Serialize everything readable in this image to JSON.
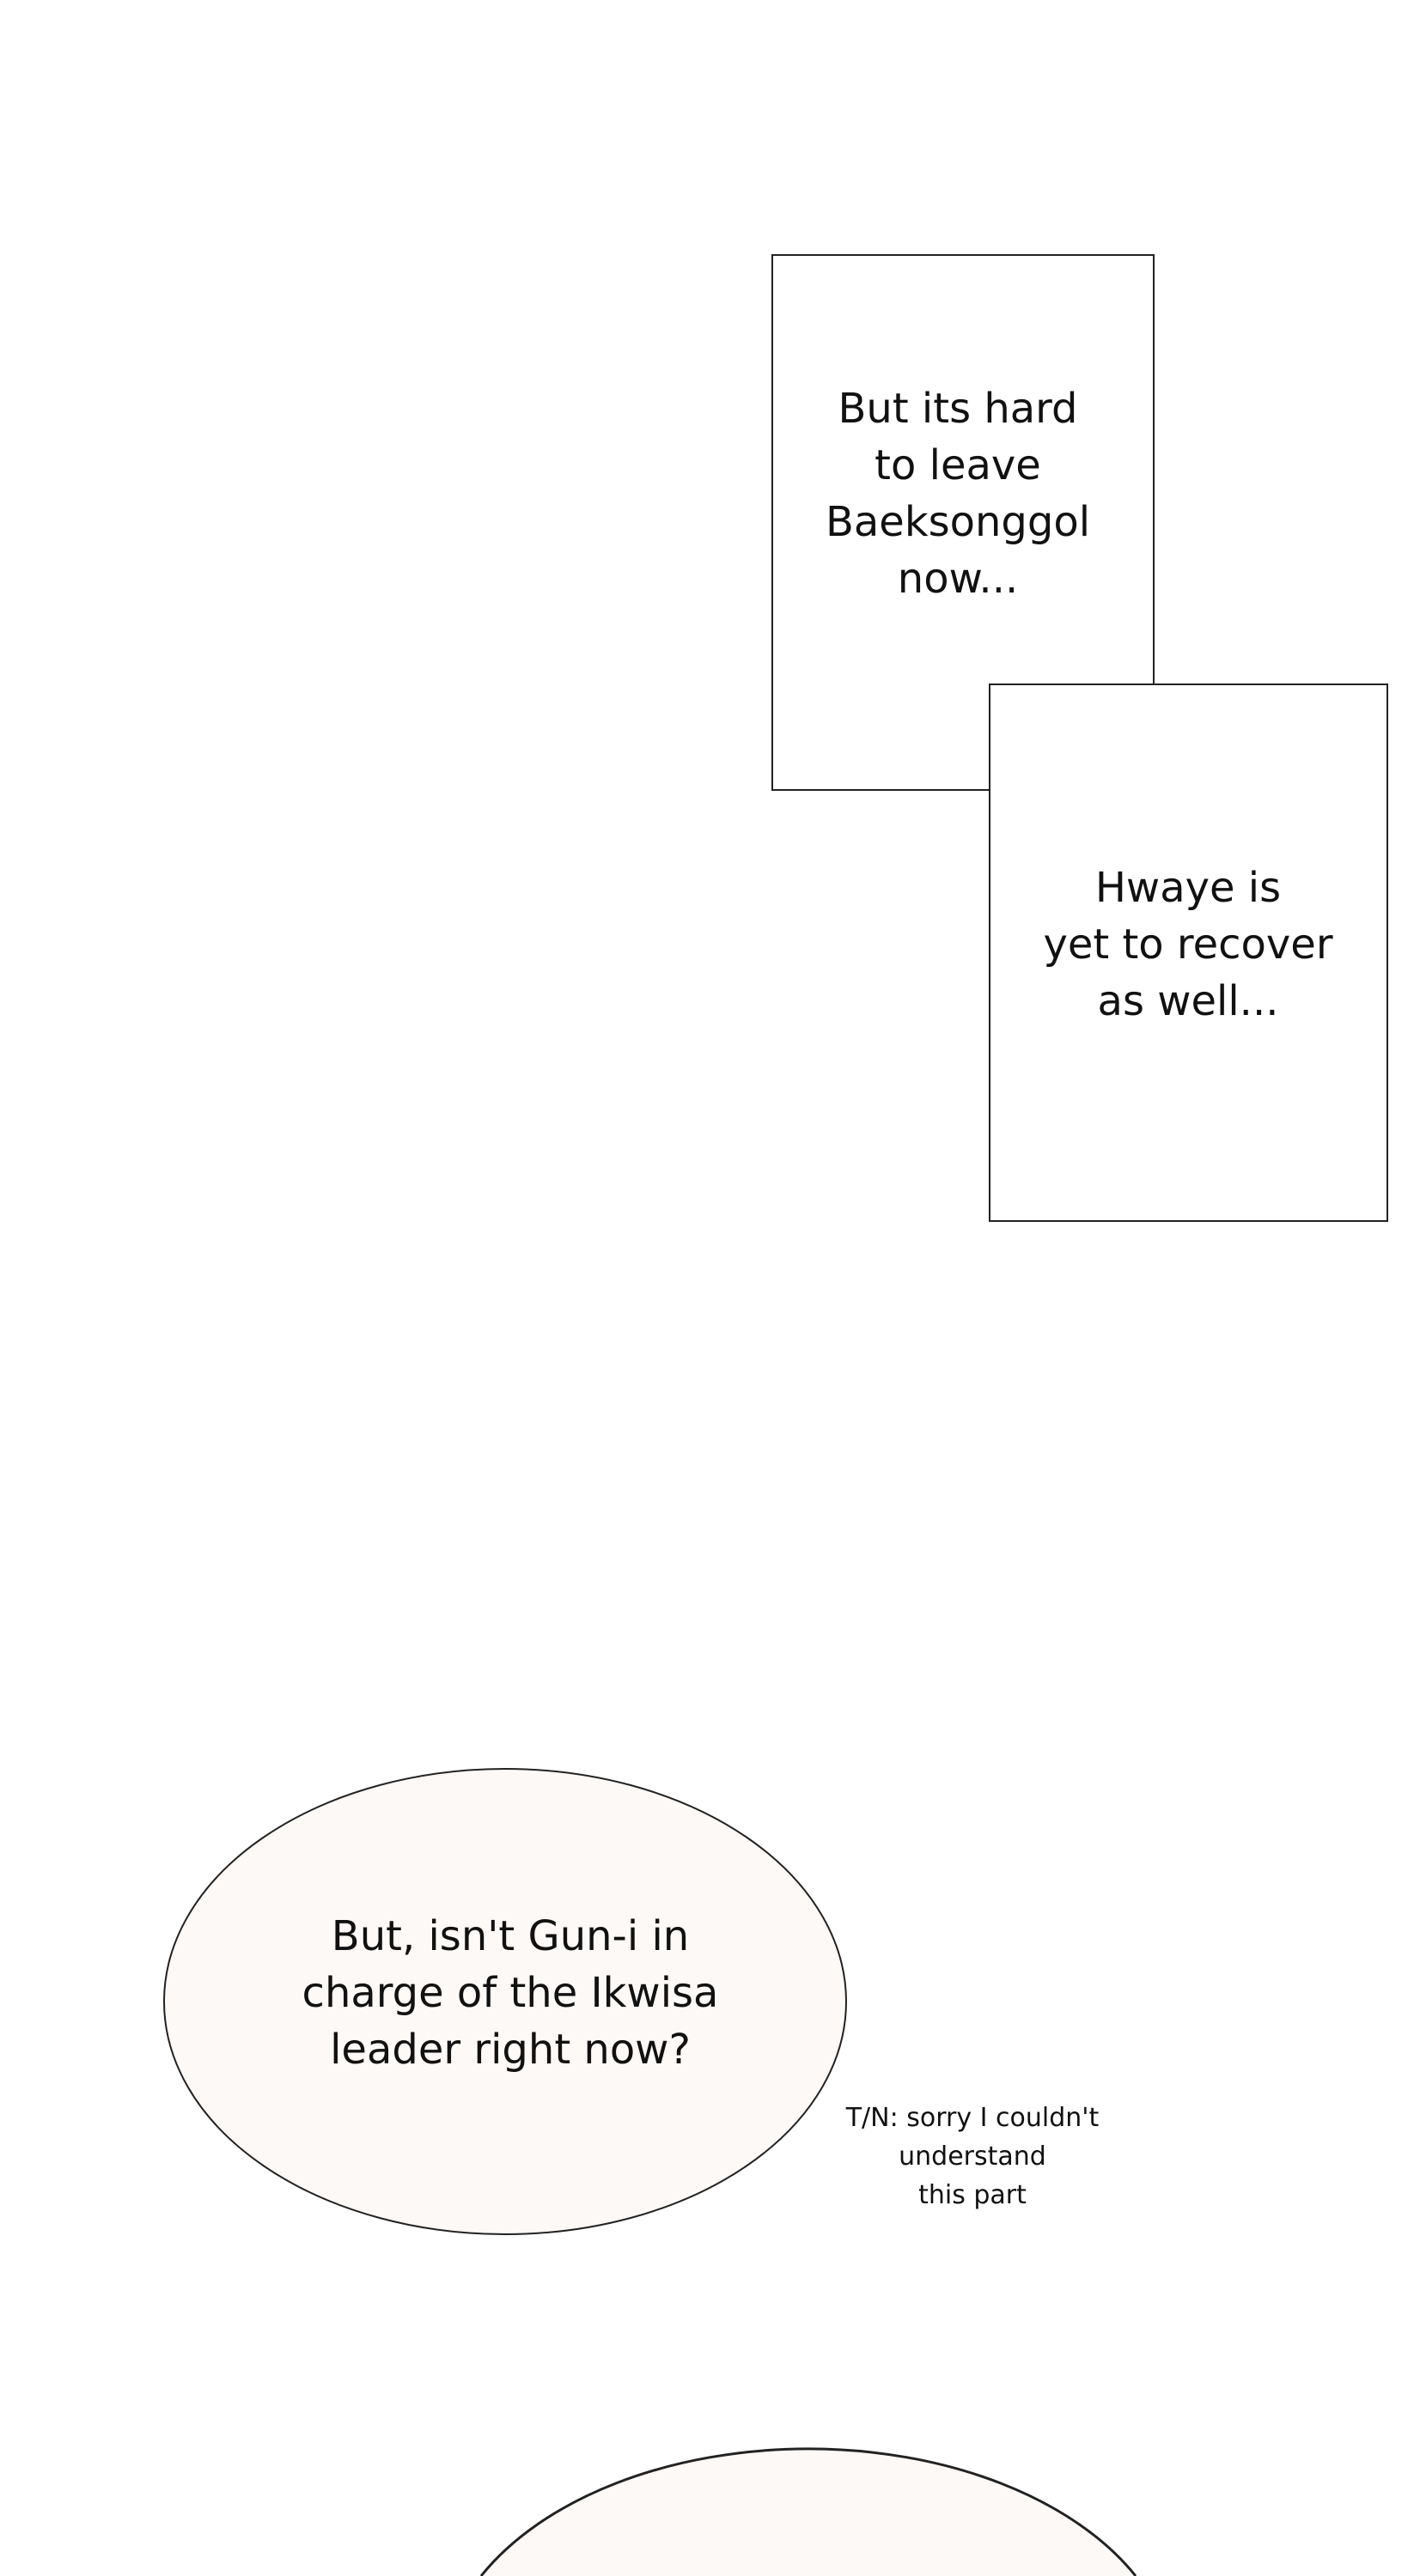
{
  "panels": {
    "caption_1": [
      "But its hard",
      "to leave",
      "Baeksonggol",
      "now..."
    ],
    "caption_2": [
      "Hwaye is",
      "yet to recover",
      "as well..."
    ],
    "bubble_1": [
      "But, isn't Gun-i in",
      "charge of the Ikwisa",
      "leader right now?"
    ],
    "translator_note": [
      "T/N: sorry I couldn't",
      "understand",
      "this part"
    ]
  },
  "colors": {
    "bubble_fill": "#fdf9f6",
    "stroke": "#222222"
  }
}
